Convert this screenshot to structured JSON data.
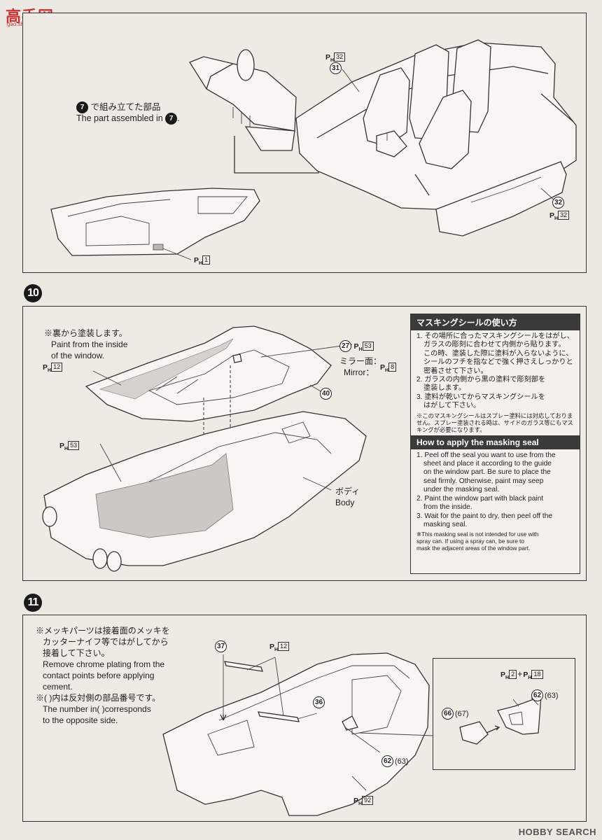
{
  "watermark": {
    "logo": "高手网",
    "site": "gao.shou.com"
  },
  "footer_watermark": "HOBBY SEARCH",
  "panel_top": {
    "callout_num": "7",
    "assembled_jp": "で組み立てた部品",
    "assembled_en": "The part assembled in",
    "assembled_num": "7",
    "part_31": "31",
    "part_31_code": "32",
    "part_32": "32",
    "part_32_code": "32",
    "door_code": "1"
  },
  "step10": {
    "number": "10",
    "note_jp": "※裏から塗装します。",
    "note_en1": "Paint from the inside",
    "note_en2": "of the window.",
    "window_code": "12",
    "part_27": "27",
    "part_27_code": "53",
    "mirror_jp": "ミラー面：",
    "mirror_en": "Mirror：",
    "mirror_code": "8",
    "part_40": "40",
    "interior_code": "53",
    "body_jp": "ボディ",
    "body_en": "Body",
    "mask": {
      "title_jp": "マスキングシールの使い方",
      "items_jp": [
        "1. その場所に合ったマスキングシールをはがし、",
        "ガラスの彫刻に合わせて内側から貼ります。",
        "この時、塗装した際に塗料が入らないように、",
        "シールのフチを指などで強く押さえしっかりと",
        "密着させて下さい。",
        "2. ガラスの内側から黒の塗料で彫刻部を",
        "塗装します。",
        "3. 塗料が乾いてからマスキングシールを",
        "はがして下さい。"
      ],
      "note_jp": [
        "※このマスキングシールはスプレー塗料には対応しておりま",
        "せん。スプレー塗装される時は、サイドのガラス等にもマス",
        "キングが必要になります。"
      ],
      "title_en": "How to apply the masking seal",
      "items_en": [
        "1. Peel off the seal you want to use from the",
        "sheet and place it according to the guide",
        "on the window part. Be sure to place the",
        "seal firmly. Otherwise, paint may seep",
        "under the masking seal.",
        "2. Paint the window part with black paint",
        "from the inside.",
        "3. Wait for the paint to dry, then peel off the",
        "masking seal."
      ],
      "note_en": [
        "※This masking seal is not intended for use with",
        "spray can. If using a  spray can, be sure to",
        "mask the adjacent areas of the window part."
      ]
    }
  },
  "step11": {
    "number": "11",
    "lines": [
      "※メッキパーツは接着面のメッキを",
      "カッターナイフ等ではがしてから",
      "接着して下さい。",
      "Remove chrome plating from the",
      "contact points before applying",
      "cement.",
      "※(   )内は反対側の部品番号です。",
      "The number in(   )corresponds",
      "to the opposite side."
    ],
    "part_37": "37",
    "part_36": "36",
    "wiper_code": "12",
    "body_code": "92",
    "part_62": "62",
    "part_63": "(63)",
    "part_66": "66",
    "part_67": "(67)",
    "detail_code_a": "2",
    "detail_code_b": "18",
    "plus": "+"
  }
}
